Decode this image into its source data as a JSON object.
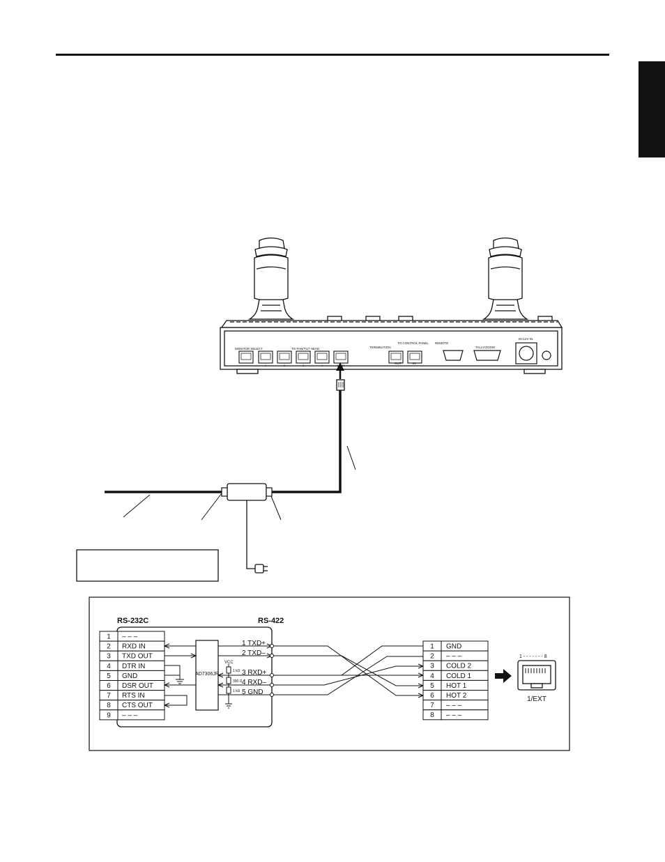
{
  "schematic": {
    "rs232c_label": "RS-232C",
    "rs422_label": "RS-422",
    "chip_label": "AD7306JR",
    "vcc_label": "VCC",
    "resistors": [
      "1 kΩ",
      "390 Ω",
      "1 kΩ"
    ],
    "rs232_pins": [
      {
        "num": "1",
        "sig": "– – –"
      },
      {
        "num": "2",
        "sig": "RXD IN"
      },
      {
        "num": "3",
        "sig": "TXD OUT"
      },
      {
        "num": "4",
        "sig": "DTR IN"
      },
      {
        "num": "5",
        "sig": "GND"
      },
      {
        "num": "6",
        "sig": "DSR OUT"
      },
      {
        "num": "7",
        "sig": "RTS IN"
      },
      {
        "num": "8",
        "sig": "CTS OUT"
      },
      {
        "num": "9",
        "sig": "– – –"
      }
    ],
    "rs422_pins": [
      "1 TXD+",
      "2 TXD–",
      "3 RXD+",
      "4 RXD–",
      "5 GND"
    ],
    "ext_pins": [
      {
        "num": "1",
        "sig": "GND"
      },
      {
        "num": "2",
        "sig": "– – –"
      },
      {
        "num": "3",
        "sig": "COLD 2"
      },
      {
        "num": "4",
        "sig": "COLD 1"
      },
      {
        "num": "5",
        "sig": "HOT 1"
      },
      {
        "num": "6",
        "sig": "HOT 2"
      },
      {
        "num": "7",
        "sig": "– – –"
      },
      {
        "num": "8",
        "sig": "– – –"
      }
    ],
    "jack_pin_range": "1 - - - - - - - 8",
    "jack_label": "1/EXT"
  },
  "device": {
    "monitor_select": "MONITOR SELECT",
    "to_panhead": "TO PAN/TILT HEAD",
    "port_numbers": [
      "1",
      "2",
      "3",
      "4",
      "5",
      "1/EXT"
    ],
    "termination": "TERMINATION",
    "to_control_panel": "TO CONTROL PANEL",
    "port_in_out": [
      "OUT",
      "IN"
    ],
    "remote": "REMOTE",
    "tally": "TALLY/ZOOM",
    "dc_in": "DC12V IN"
  }
}
